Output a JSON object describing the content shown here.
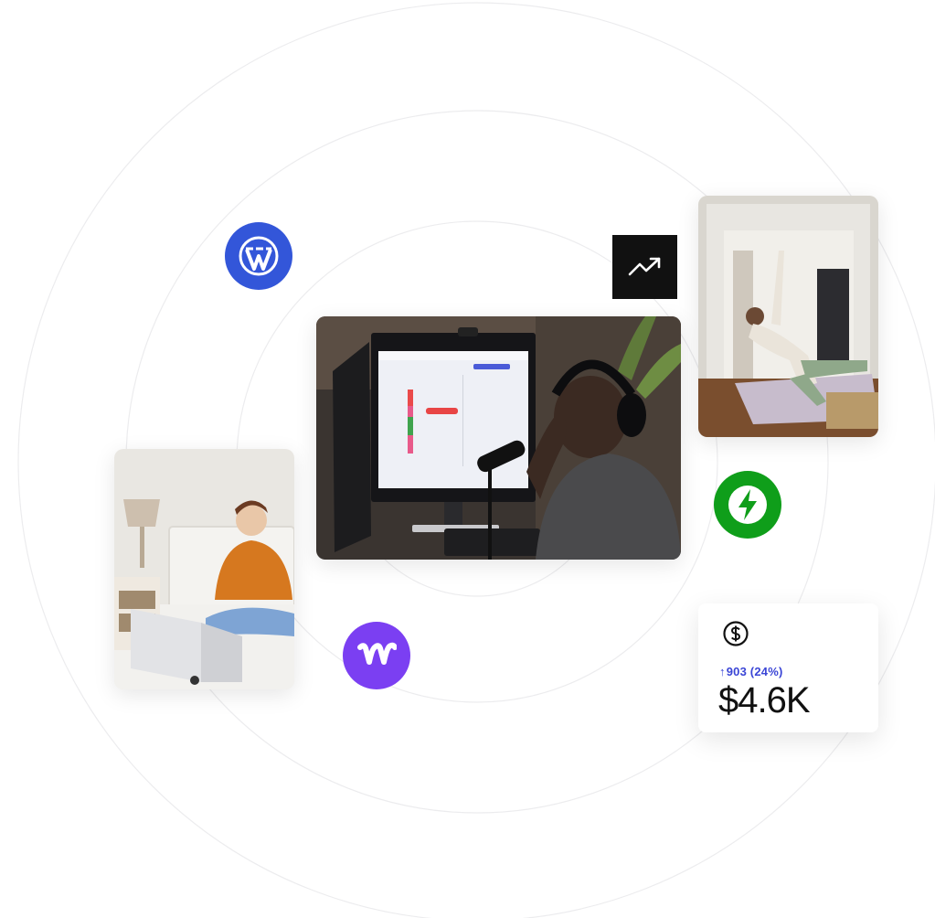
{
  "stat_card": {
    "icon": "dollar-circle-icon",
    "change_arrow": "↑",
    "change_text": "903 (24%)",
    "amount": "$4.6K",
    "change_color": "#3b46d6"
  },
  "badges": {
    "wordpress": {
      "icon": "wordpress-logo-icon",
      "color": "#3356d9"
    },
    "webflow": {
      "icon": "webflow-w-logo-icon",
      "color": "#7b3ff2"
    },
    "bolt": {
      "icon": "lightning-bolt-icon",
      "color": "#0f9e1a"
    },
    "trend": {
      "icon": "trending-up-icon",
      "color": "#111111"
    }
  },
  "photos": [
    {
      "name": "podcaster-at-monitor-photo"
    },
    {
      "name": "yoga-pose-photo"
    },
    {
      "name": "woman-with-laptop-on-bed-photo"
    }
  ]
}
